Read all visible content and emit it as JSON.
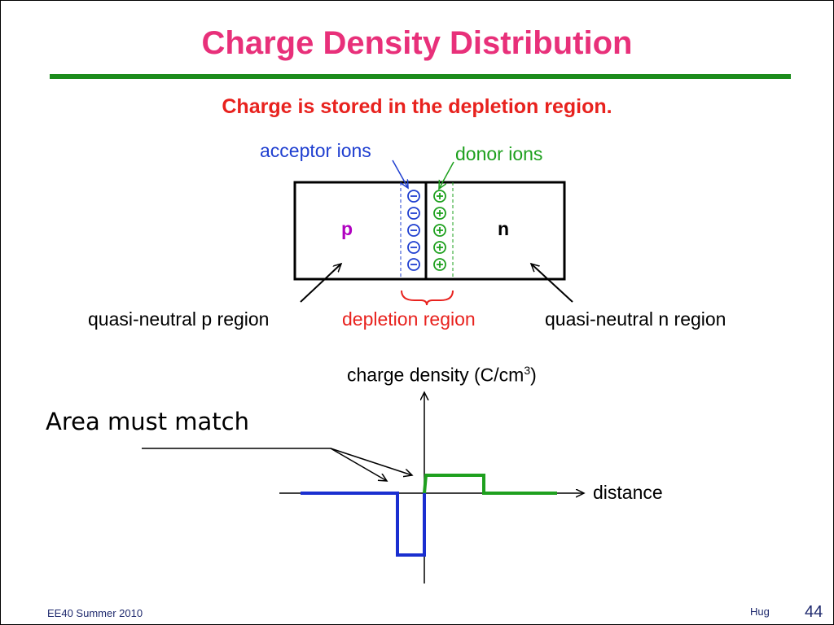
{
  "slide": {
    "title": "Charge Density Distribution",
    "subtitle": "Charge is stored in the depletion region.",
    "footer_left": "EE40 Summer 2010",
    "footer_author": "Hug",
    "page_number": "44"
  },
  "diagram": {
    "acceptor_label": "acceptor ions",
    "donor_label": "donor ions",
    "p_label": "p",
    "n_label": "n",
    "acceptor_count": 5,
    "donor_count": 5,
    "quasi_p_label": "quasi-neutral p region",
    "depletion_label": "depletion region",
    "quasi_n_label": "quasi-neutral n region"
  },
  "plot": {
    "y_label_text": "charge density (C/cm",
    "y_label_sup": "3",
    "y_label_close": ")",
    "x_label": "distance",
    "annotation": "Area must match"
  },
  "colors": {
    "title": "#e8307a",
    "rule": "#1c8c1c",
    "subtitle": "#e8221e",
    "acceptor": "#1f3fd0",
    "donor": "#1ea01e",
    "p_label": "#b000c0",
    "depletion": "#e8221e",
    "negative_trace": "#1a2fd0",
    "positive_trace": "#1ea01e"
  }
}
